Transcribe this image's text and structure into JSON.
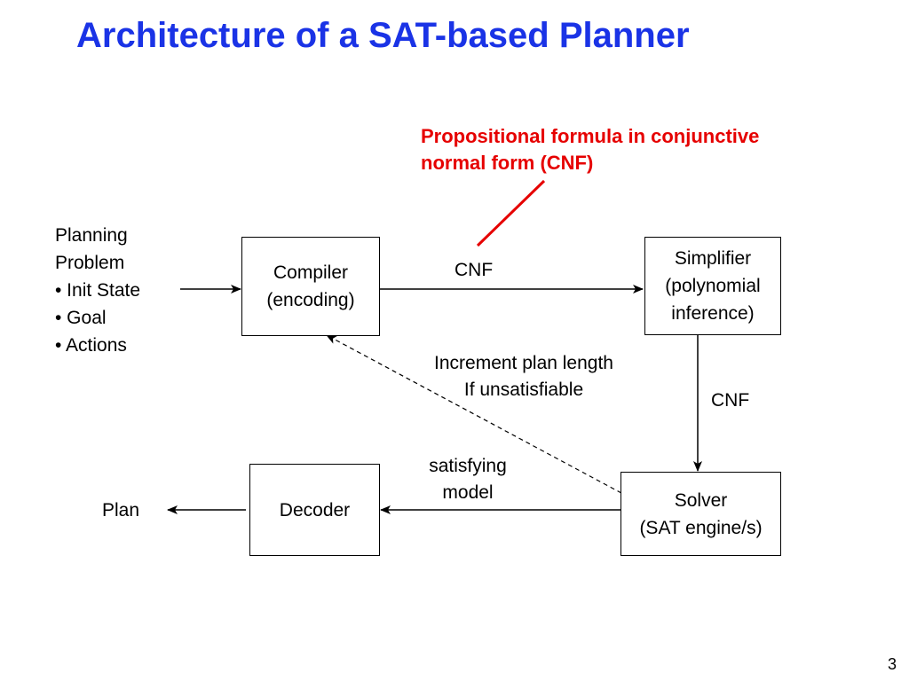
{
  "slide": {
    "title": "Architecture of a SAT-based Planner",
    "page_number": "3"
  },
  "callout": {
    "line1": "Propositional formula in conjunctive",
    "line2": "normal form (CNF)",
    "color": "#e60000"
  },
  "title_color": "#1a33e6",
  "problem": {
    "line1": "Planning",
    "line2": "Problem",
    "line3": "• Init State",
    "line4": "• Goal",
    "line5": "• Actions"
  },
  "compiler": {
    "line1": "Compiler",
    "line2": "(encoding)"
  },
  "simplifier": {
    "line1": "Simplifier",
    "line2": "(polynomial",
    "line3": "inference)"
  },
  "solver": {
    "line1": "Solver",
    "line2": "(SAT engine/s)"
  },
  "decoder": {
    "label": "Decoder"
  },
  "plan": {
    "label": "Plan"
  },
  "edges": {
    "compiler_to_simplifier": "CNF",
    "simplifier_to_solver": "CNF",
    "solver_to_decoder_1": "satisfying",
    "solver_to_decoder_2": "model",
    "feedback_1": "Increment plan length",
    "feedback_2": "If unsatisfiable"
  }
}
